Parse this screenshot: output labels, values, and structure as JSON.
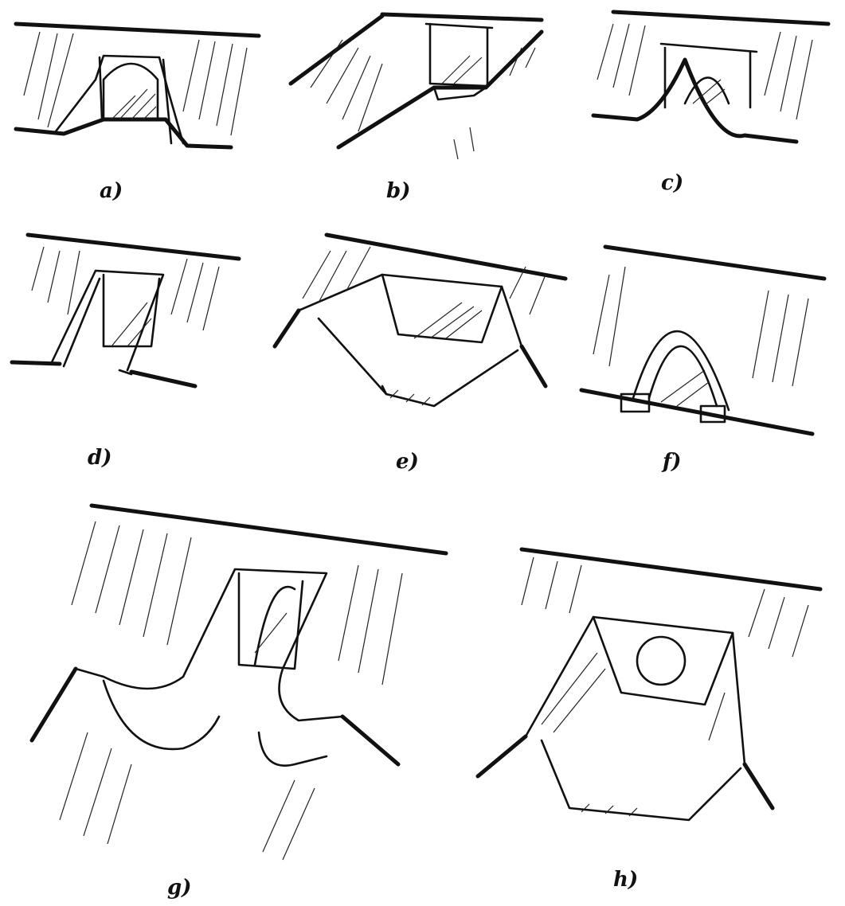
{
  "figure": {
    "panels": [
      {
        "id": "a",
        "label": "a)"
      },
      {
        "id": "b",
        "label": "b)"
      },
      {
        "id": "c",
        "label": "c)"
      },
      {
        "id": "d",
        "label": "d)"
      },
      {
        "id": "e",
        "label": "e)"
      },
      {
        "id": "f",
        "label": "f)"
      },
      {
        "id": "g",
        "label": "g)"
      },
      {
        "id": "h",
        "label": "h)"
      }
    ]
  },
  "colors": {
    "ink": "#111111",
    "paper": "#ffffff"
  }
}
